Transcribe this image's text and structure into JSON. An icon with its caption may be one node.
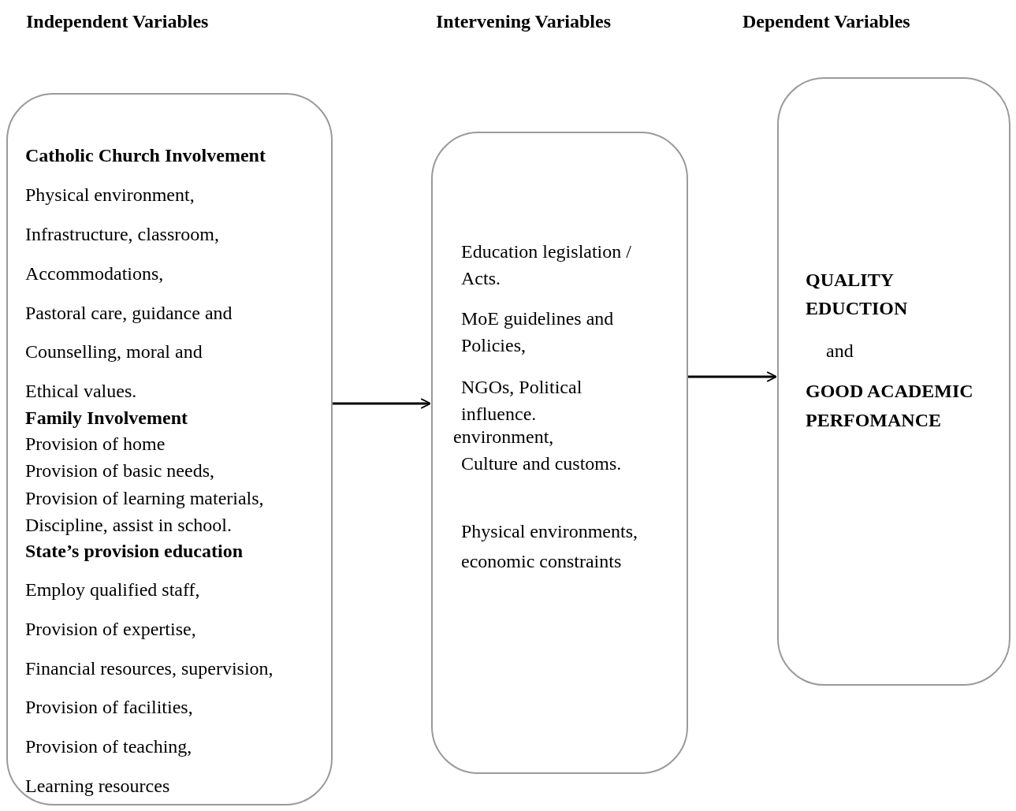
{
  "diagram": {
    "nodes": [
      {
        "text": [
          "Catholic Church Involvement",
          "Physical environment,",
          "Infrastructure, classroom,",
          "Accommodations,",
          "Pastoral care, guidance and",
          "Counselling, moral and",
          "Ethical values.",
          "Family Involvement",
          "Provision of home",
          "Provision of basic needs,",
          "Provision of learning materials,",
          "Discipline, assist in school.",
          "State’s provision education",
          "Employ qualified staff,",
          "Provision of expertise,",
          "Financial resources, supervision,",
          "Provision of facilities,",
          "Provision of teaching,",
          "Learning resources"
        ]
      },
      {
        "text": [
          "Education legislation / Acts.",
          "MoE guidelines and Policies,",
          "NGOs, Political influence.",
          "environment,",
          "Culture and customs.",
          "Physical environments, economic constraints"
        ]
      },
      {
        "text": [
          "QUALITY EDUCTION",
          "and",
          "GOOD ACADEMIC PERFOMANCE"
        ]
      }
    ],
    "edges": [
      {
        "from": 0,
        "to": 1,
        "arrow": "to"
      },
      {
        "from": 1,
        "to": 2,
        "arrow": "to"
      }
    ],
    "labels": [
      "Independent Variables",
      "Intervening Variables",
      "Dependent Variables"
    ]
  }
}
